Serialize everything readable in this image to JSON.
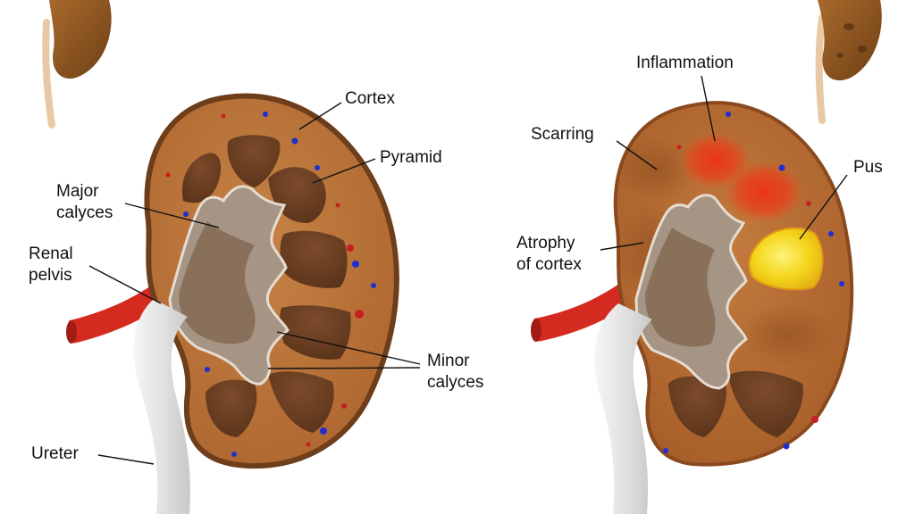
{
  "normal_kidney": {
    "labels": {
      "cortex": "Cortex",
      "pyramid": "Pyramid",
      "major_calyces_1": "Major",
      "major_calyces_2": "calyces",
      "renal_pelvis_1": "Renal",
      "renal_pelvis_2": "pelvis",
      "minor_calyces_1": "Minor",
      "minor_calyces_2": "calyces",
      "ureter": "Ureter"
    }
  },
  "infected_kidney": {
    "labels": {
      "inflammation": "Inflammation",
      "scarring": "Scarring",
      "pus": "Pus",
      "atrophy_1": "Atrophy",
      "atrophy_2": "of cortex"
    }
  },
  "colors": {
    "cortex": "#b8733a",
    "capsule": "#6e3d1a",
    "pyramid": "#6b3e22",
    "calyx": "#a69585",
    "artery": "#d42a1f",
    "ureter": "#e4e4e4",
    "inflammation": "#e8361c",
    "pus": "#f2d21c"
  }
}
